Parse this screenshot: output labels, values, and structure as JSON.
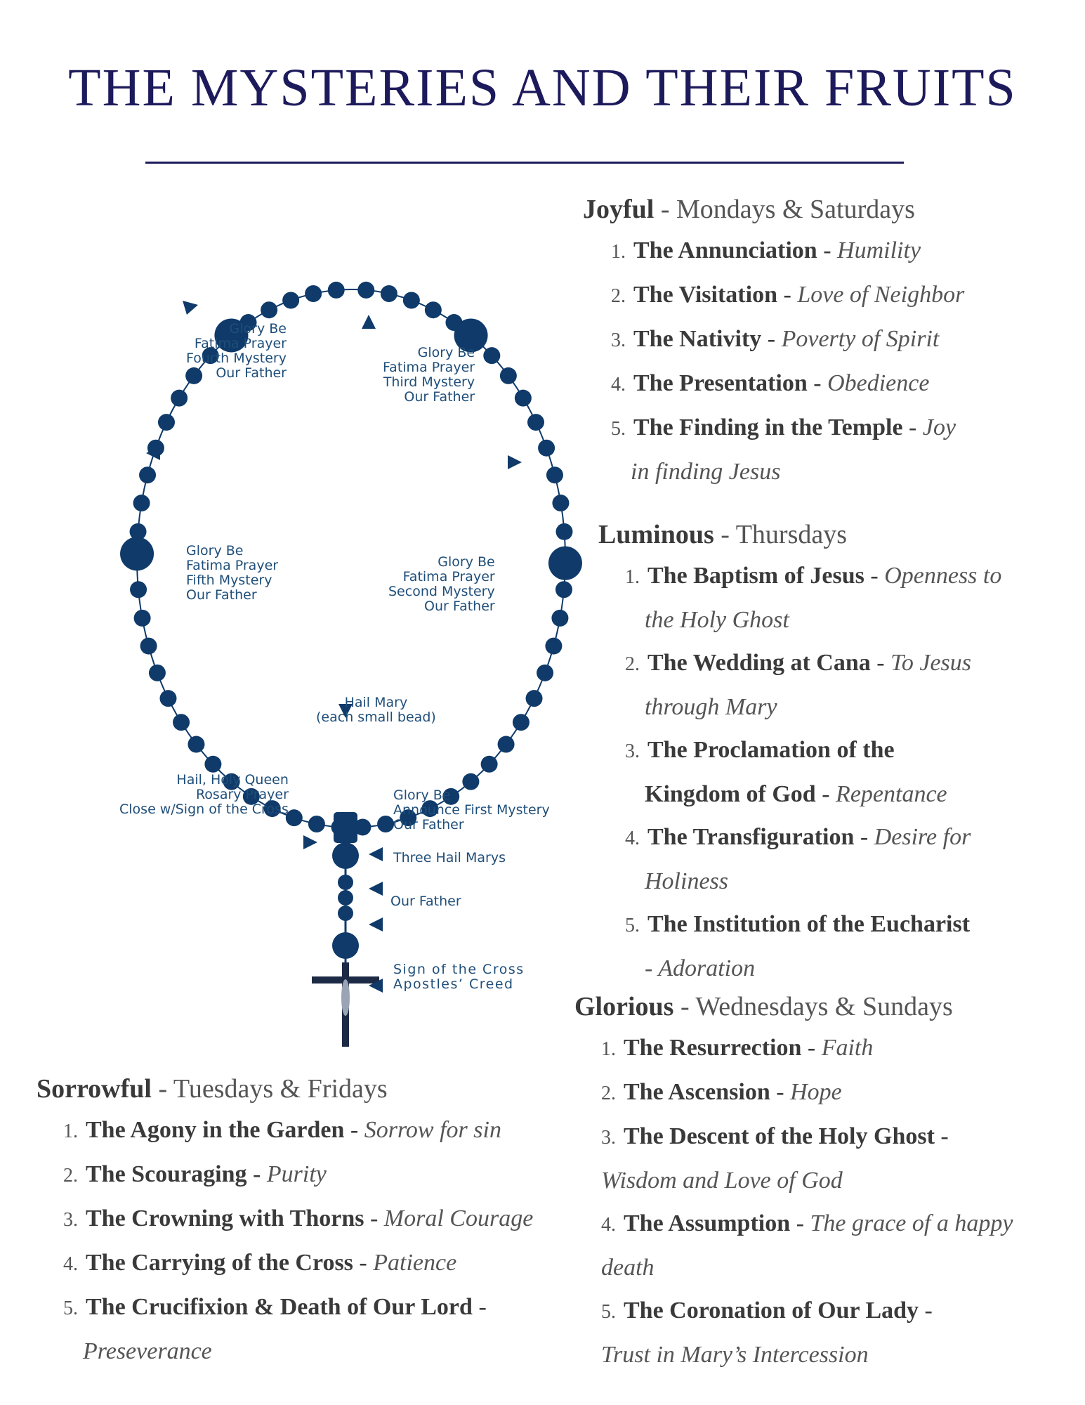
{
  "title": "THE MYSTERIES AND THEIR FRUITS",
  "diagram": {
    "bead_color": "#0f3a69",
    "text_color": "#1f4e79",
    "labels": {
      "fourth": [
        "Glory Be",
        "Fatima Prayer",
        "Fourth Mystery",
        "Our Father"
      ],
      "third": [
        "Glory Be",
        "Fatima Prayer",
        "Third Mystery",
        "Our Father"
      ],
      "fifth": [
        "Glory Be",
        "Fatima Prayer",
        "Fifth Mystery",
        "Our Father"
      ],
      "second": [
        "Glory Be",
        "Fatima Prayer",
        "Second Mystery",
        "Our Father"
      ],
      "hail_mary": [
        "Hail Mary",
        "(each small bead)"
      ],
      "closing": [
        "Hail, Holy Queen",
        "Rosary Prayer",
        "Close w/Sign of the Cross"
      ],
      "first": [
        "Glory Be",
        "Announce First Mystery",
        "Our Father"
      ],
      "three_hail_marys": "Three Hail Marys",
      "our_father": "Our Father",
      "cross": [
        "Sign of the Cross",
        "Apostles’ Creed"
      ]
    }
  },
  "joyful": {
    "name": "Joyful",
    "days": " - Mondays &  Saturdays",
    "items": [
      {
        "num": "1.",
        "name": "The Annunciation",
        "sep": " - ",
        "fruit": "Humility"
      },
      {
        "num": "2.",
        "name": "The Visitation",
        "sep": " - ",
        "fruit": "Love of Neighbor"
      },
      {
        "num": "3.",
        "name": "The Nativity",
        "sep": " - ",
        "fruit": "Poverty of Spirit"
      },
      {
        "num": "4.",
        "name": "The Presentation",
        "sep": " - ",
        "fruit": "Obedience"
      },
      {
        "num": "5.",
        "name": "The Finding in the Temple",
        "sep": " - ",
        "fruit": "Joy",
        "cont": "in finding Jesus"
      }
    ]
  },
  "luminous": {
    "name": "Luminous",
    "days": " - Thursdays",
    "items": [
      {
        "num": "1.",
        "name": "The Baptism of Jesus",
        "sep": " - ",
        "fruit": "Openness to",
        "cont": "the Holy Ghost"
      },
      {
        "num": "2.",
        "name": "The Wedding at Cana",
        "sep": " - ",
        "fruit": "To Jesus",
        "cont": "through Mary"
      },
      {
        "num": "3.",
        "name": "The Proclamation of the",
        "sep": "",
        "fruit": "",
        "cont_name": "Kingdom of God",
        "cont_sep": "  -  ",
        "cont_fruit": "Repentance"
      },
      {
        "num": "4.",
        "name": "The Transfiguration",
        "sep": " - ",
        "fruit": "Desire for",
        "cont": "Holiness"
      },
      {
        "num": "5.",
        "name": "The Institution of the Eucharist",
        "sep": "",
        "fruit": "",
        "cont": "- Adoration"
      }
    ]
  },
  "glorious": {
    "name": "Glorious",
    "days": " - Wednesdays & Sundays",
    "items": [
      {
        "num": "1.",
        "name": "The Resurrection",
        "sep": " - ",
        "fruit": "Faith"
      },
      {
        "num": "2.",
        "name": "The Ascension",
        "sep": " - ",
        "fruit": "Hope"
      },
      {
        "num": "3.",
        "name": "The Descent of the Holy Ghost",
        "sep": "  - ",
        "fruit": "",
        "cont": "Wisdom and Love of God"
      },
      {
        "num": "4.",
        "name": "The Assumption",
        "sep": " - ",
        "fruit": "The grace of a happy",
        "cont": "death"
      },
      {
        "num": "5.",
        "name": "The Coronation of Our Lady",
        "sep": " - ",
        "fruit": "",
        "cont": "Trust in Mary’s Intercession"
      }
    ]
  },
  "sorrowful": {
    "name": "Sorrowful",
    "days": " - Tuesdays & Fridays",
    "items": [
      {
        "num": "1.",
        "name": "The Agony in the Garden",
        "sep": " - ",
        "fruit": "Sorrow for sin"
      },
      {
        "num": "2.",
        "name": "The Scouraging",
        "sep": " - ",
        "fruit": "Purity"
      },
      {
        "num": "3.",
        "name": "The Crowning with Thorns",
        "sep": " - ",
        "fruit": "Moral Courage"
      },
      {
        "num": "4.",
        "name": "The Carrying of the Cross",
        "sep": " - ",
        "fruit": "Patience"
      },
      {
        "num": "5.",
        "name": "The Crucifixion & Death of Our Lord",
        "sep": " - ",
        "fruit": "",
        "cont": "Preseverance"
      }
    ]
  }
}
